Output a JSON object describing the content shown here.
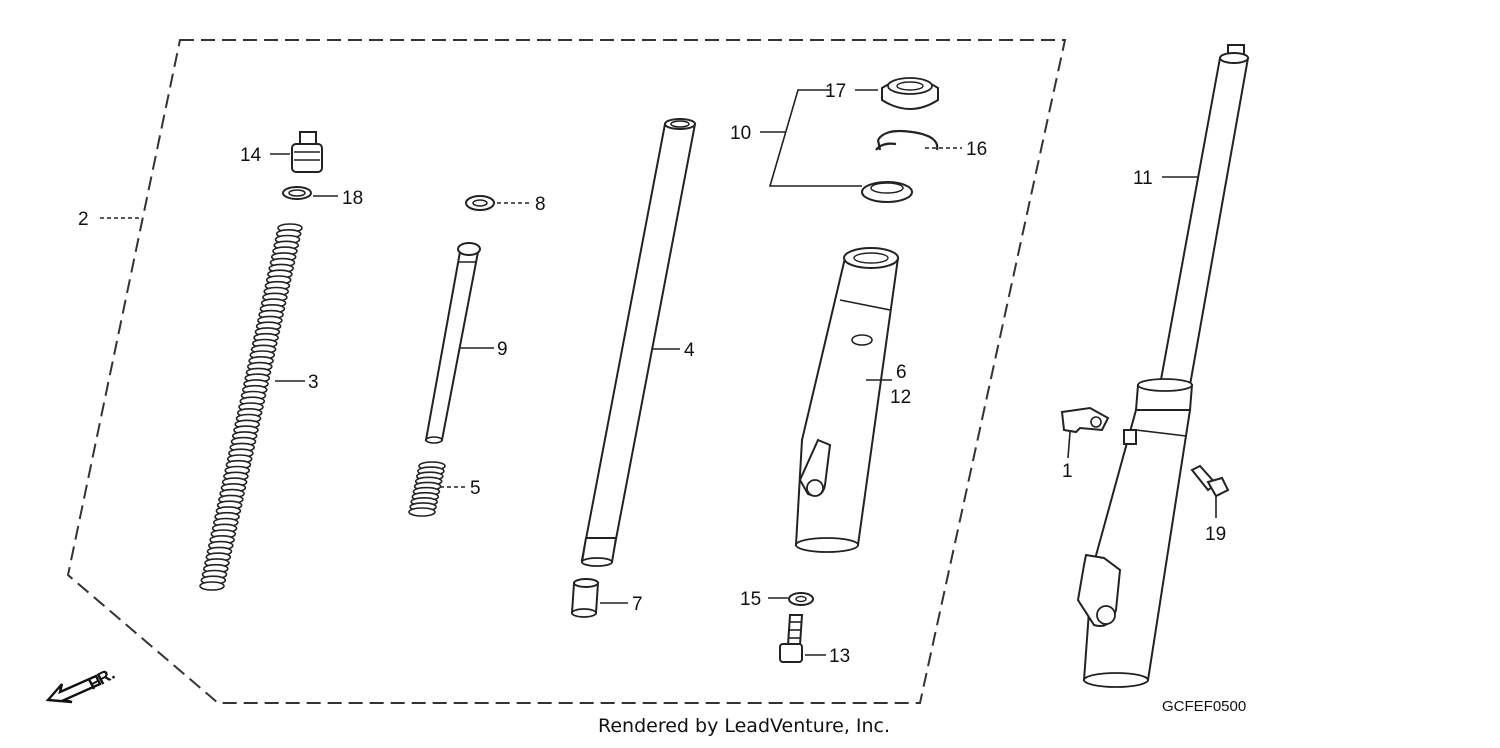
{
  "callouts": {
    "1": "1",
    "2": "2",
    "3": "3",
    "4": "4",
    "5": "5",
    "6": "6",
    "7": "7",
    "8": "8",
    "9": "9",
    "10": "10",
    "11": "11",
    "12": "12",
    "13": "13",
    "14": "14",
    "15": "15",
    "16": "16",
    "17": "17",
    "18": "18",
    "19": "19"
  },
  "front_arrow_label": "FR.",
  "credit": "Rendered by LeadVenture, Inc.",
  "diagram_code": "GCFEF0500",
  "colors": {
    "ink": "#222222",
    "background": "#ffffff"
  }
}
